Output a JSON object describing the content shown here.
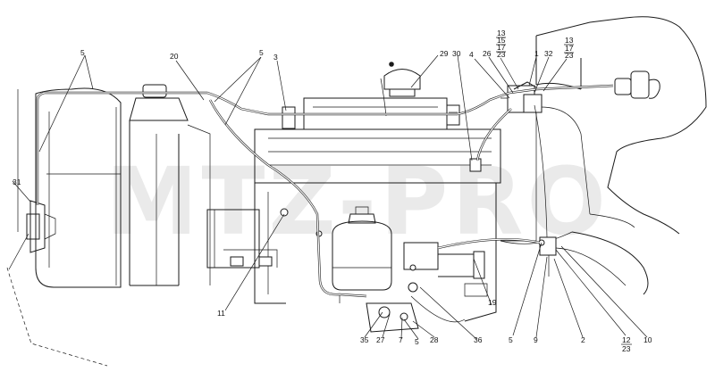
{
  "watermark": "MTZ-PRO",
  "callouts": {
    "c5_top": "5",
    "c20": "20",
    "c5_mid": "5",
    "c3": "3",
    "c29": "29",
    "c30": "30",
    "c4": "4",
    "c26": "26",
    "c13a": "13",
    "c15": "15",
    "c17a": "17",
    "c23a": "23",
    "c1": "1",
    "c32": "32",
    "c13b": "13",
    "c17b": "17",
    "c23b": "23",
    "c31": "31",
    "c11": "11",
    "c35": "35",
    "c27": "27",
    "c7": "7",
    "c5_bot": "5",
    "c28": "28",
    "c36": "36",
    "c19": "19",
    "c5_right": "5",
    "c9": "9",
    "c2": "2",
    "c12": "12",
    "c23c": "23",
    "c10": "10"
  }
}
